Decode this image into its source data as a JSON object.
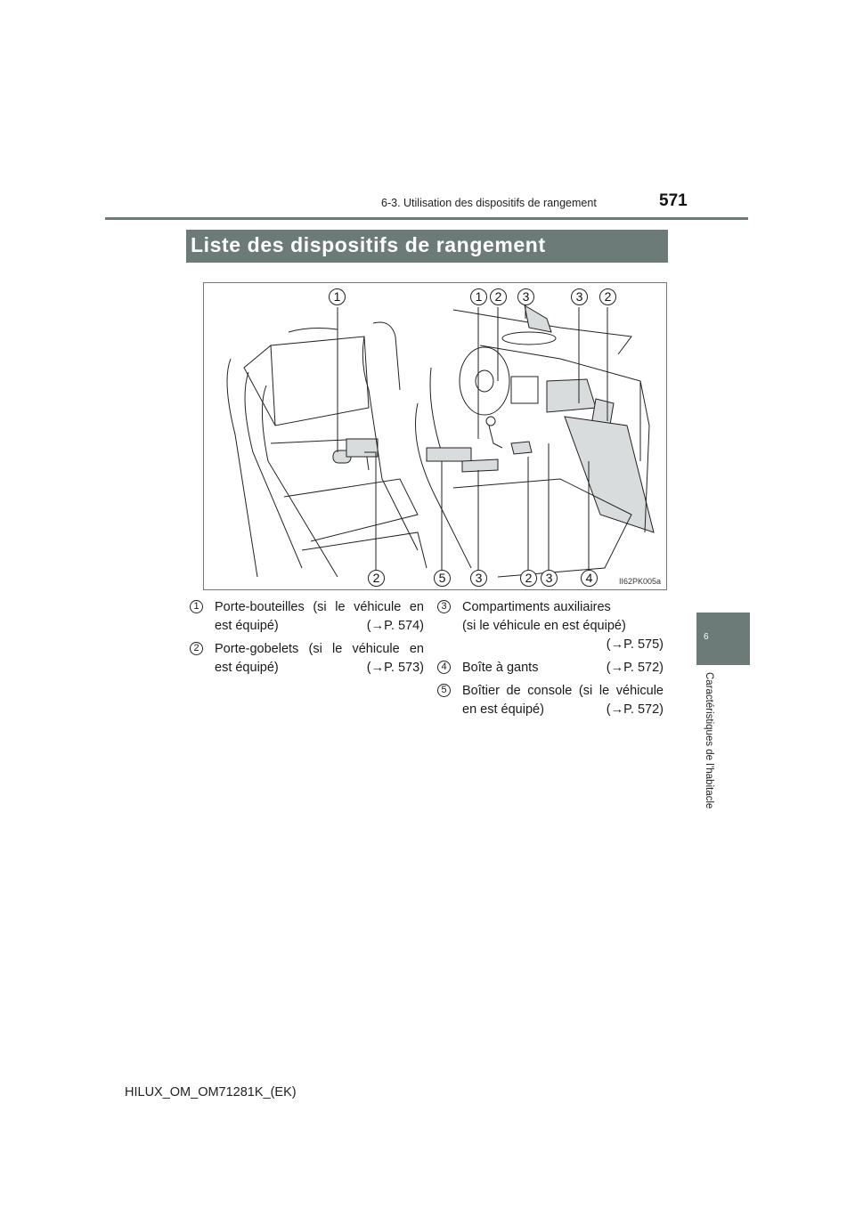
{
  "header": {
    "section": "6-3. Utilisation des dispositifs de rangement",
    "page_number": "571"
  },
  "section_title": "Liste des dispositifs de rangement",
  "side_tab": {
    "chapter_number": "6",
    "chapter_label": "Caractéristiques de l’habitacle"
  },
  "figure": {
    "code": "II62PK005a",
    "top_callouts": [
      "1",
      "1",
      "2",
      "3",
      "3",
      "2"
    ],
    "bottom_callouts": [
      "2",
      "5",
      "3",
      "2",
      "3",
      "4"
    ]
  },
  "items": [
    {
      "num": "1",
      "line1": "Porte-bouteilles (si le véhicule en",
      "line2": "est équipé)",
      "ref": "(→P. 574)"
    },
    {
      "num": "2",
      "line1": "Porte-gobelets (si le véhicule en",
      "line2": "est équipé)",
      "ref": "(→P. 573)"
    },
    {
      "num": "3",
      "line1": "Compartiments auxiliaires",
      "line2": "(si le véhicule en est équipé)",
      "ref": "(→P. 575)"
    },
    {
      "num": "4",
      "line1": "Boîte à gants",
      "ref": "(→P. 572)"
    },
    {
      "num": "5",
      "line1": "Boîtier de console (si le véhicule",
      "line2": "en est équipé)",
      "ref": "(→P. 572)"
    }
  ],
  "footer": {
    "document_id": "HILUX_OM_OM71281K_(EK)"
  }
}
